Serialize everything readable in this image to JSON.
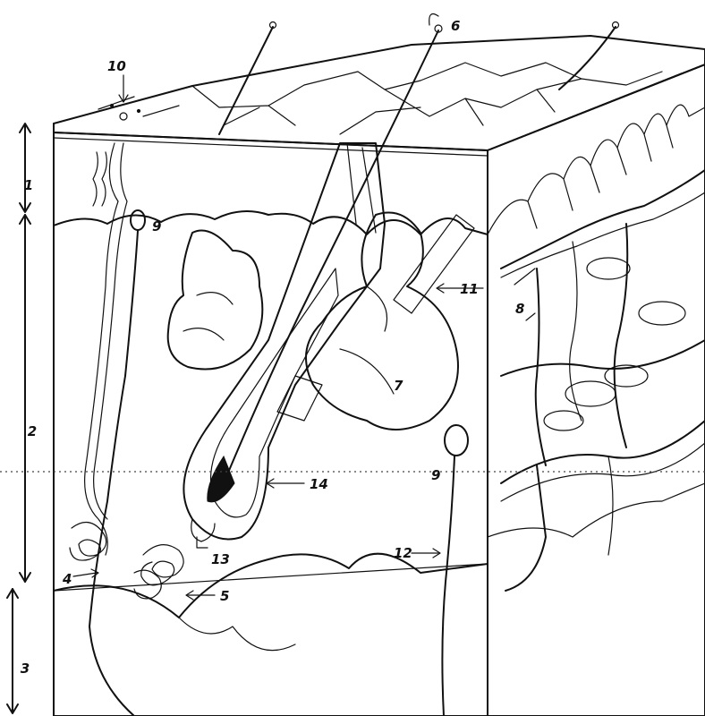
{
  "labels": {
    "n1": "1",
    "n2": "2",
    "n3": "3",
    "n4": "4",
    "n5": "5",
    "n6": "6",
    "n7": "7",
    "n8": "8",
    "n9a": "9",
    "n9b": "9",
    "n10": "10",
    "n11": "11",
    "n12": "12",
    "n13": "13",
    "n14": "14"
  },
  "colors": {
    "ink": "#111111",
    "paper": "#ffffff",
    "stipple": "#9a9a9a"
  }
}
